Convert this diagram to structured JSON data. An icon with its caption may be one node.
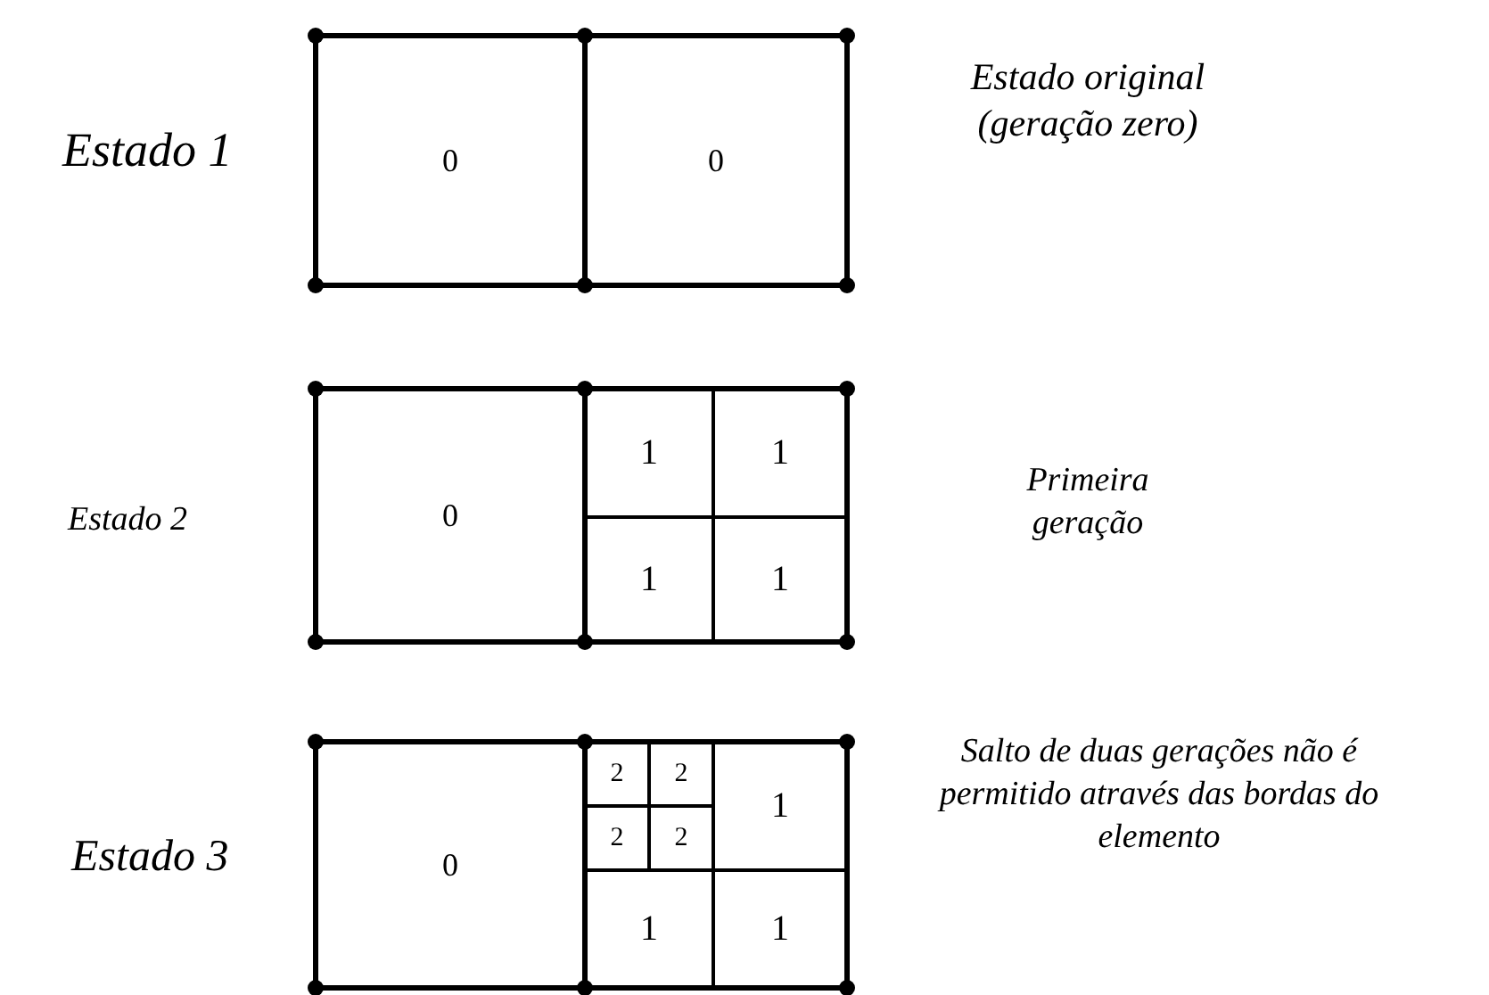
{
  "diagram": {
    "nodes": [
      {
        "text": [
          "0"
        ]
      },
      {
        "text": [
          "0"
        ]
      },
      {
        "text": [
          "0"
        ]
      },
      {
        "text": [
          "1"
        ]
      },
      {
        "text": [
          "1"
        ]
      },
      {
        "text": [
          "1"
        ]
      },
      {
        "text": [
          "1"
        ]
      },
      {
        "text": [
          "0"
        ]
      },
      {
        "text": [
          "2"
        ]
      },
      {
        "text": [
          "2"
        ]
      },
      {
        "text": [
          "1"
        ]
      },
      {
        "text": [
          "2"
        ]
      },
      {
        "text": [
          "2"
        ]
      },
      {
        "text": [
          "1"
        ]
      },
      {
        "text": [
          "1"
        ]
      }
    ],
    "labels": [
      "Estado 1",
      "Estado original (geração zero)",
      "Estado 2",
      "Primeira geração",
      "Estado 3",
      "Salto de duas gerações não é permitido através das bordas do elemento"
    ]
  }
}
